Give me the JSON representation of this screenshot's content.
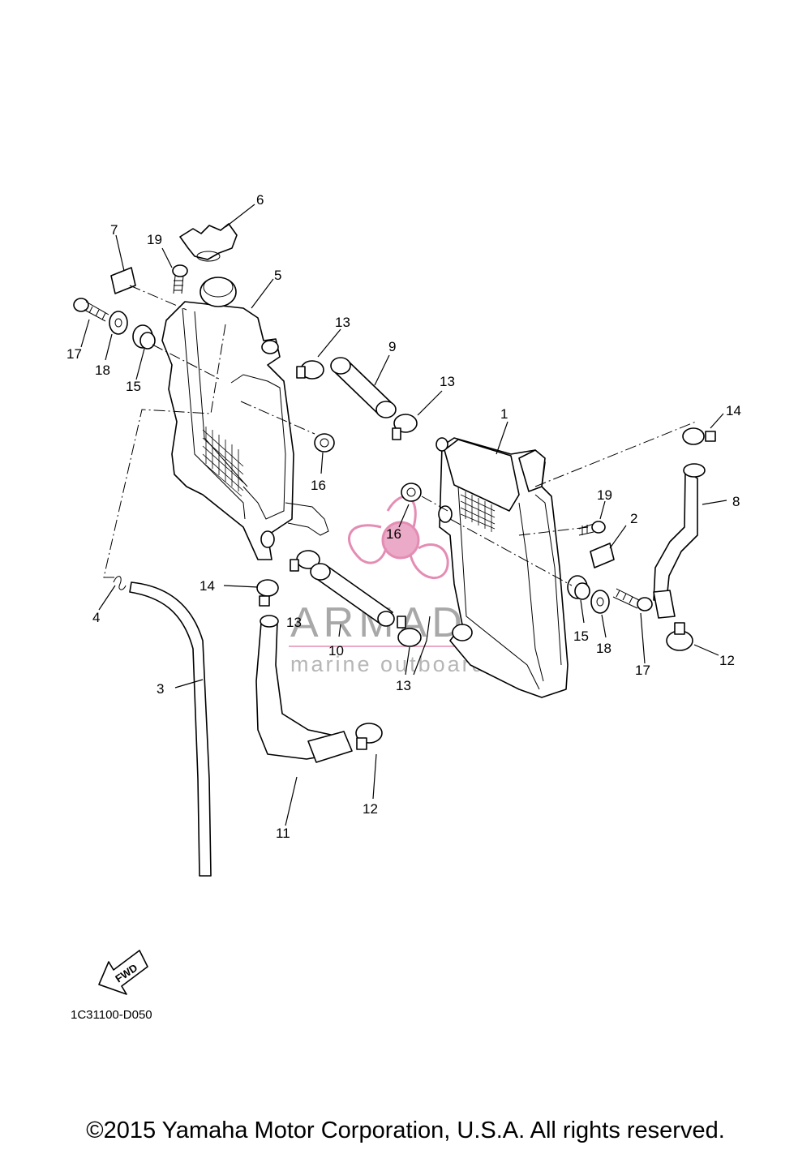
{
  "callouts": [
    {
      "id": "c1",
      "text": "1"
    },
    {
      "id": "c2",
      "text": "2"
    },
    {
      "id": "c3",
      "text": "3"
    },
    {
      "id": "c4",
      "text": "4"
    },
    {
      "id": "c5",
      "text": "5"
    },
    {
      "id": "c6",
      "text": "6"
    },
    {
      "id": "c7",
      "text": "7"
    },
    {
      "id": "c8",
      "text": "8"
    },
    {
      "id": "c9",
      "text": "9"
    },
    {
      "id": "c10",
      "text": "10"
    },
    {
      "id": "c11",
      "text": "11"
    },
    {
      "id": "c12a",
      "text": "12"
    },
    {
      "id": "c12b",
      "text": "12"
    },
    {
      "id": "c13a",
      "text": "13"
    },
    {
      "id": "c13b",
      "text": "13"
    },
    {
      "id": "c13c",
      "text": "13"
    },
    {
      "id": "c13d",
      "text": "13"
    },
    {
      "id": "c14a",
      "text": "14"
    },
    {
      "id": "c14b",
      "text": "14"
    },
    {
      "id": "c15a",
      "text": "15"
    },
    {
      "id": "c15b",
      "text": "15"
    },
    {
      "id": "c16a",
      "text": "16"
    },
    {
      "id": "c16b",
      "text": "16"
    },
    {
      "id": "c17a",
      "text": "17"
    },
    {
      "id": "c17b",
      "text": "17"
    },
    {
      "id": "c18a",
      "text": "18"
    },
    {
      "id": "c18b",
      "text": "18"
    },
    {
      "id": "c19a",
      "text": "19"
    },
    {
      "id": "c19b",
      "text": "19"
    }
  ],
  "diagram_code": "1C31100-D050",
  "fwd_arrow_label": "FWD",
  "watermark": {
    "title": "ARMADA",
    "subtitle": "marine outboards",
    "accent": "#e07aa8"
  },
  "copyright": "©2015 Yamaha Motor Corporation, U.S.A. All rights reserved."
}
